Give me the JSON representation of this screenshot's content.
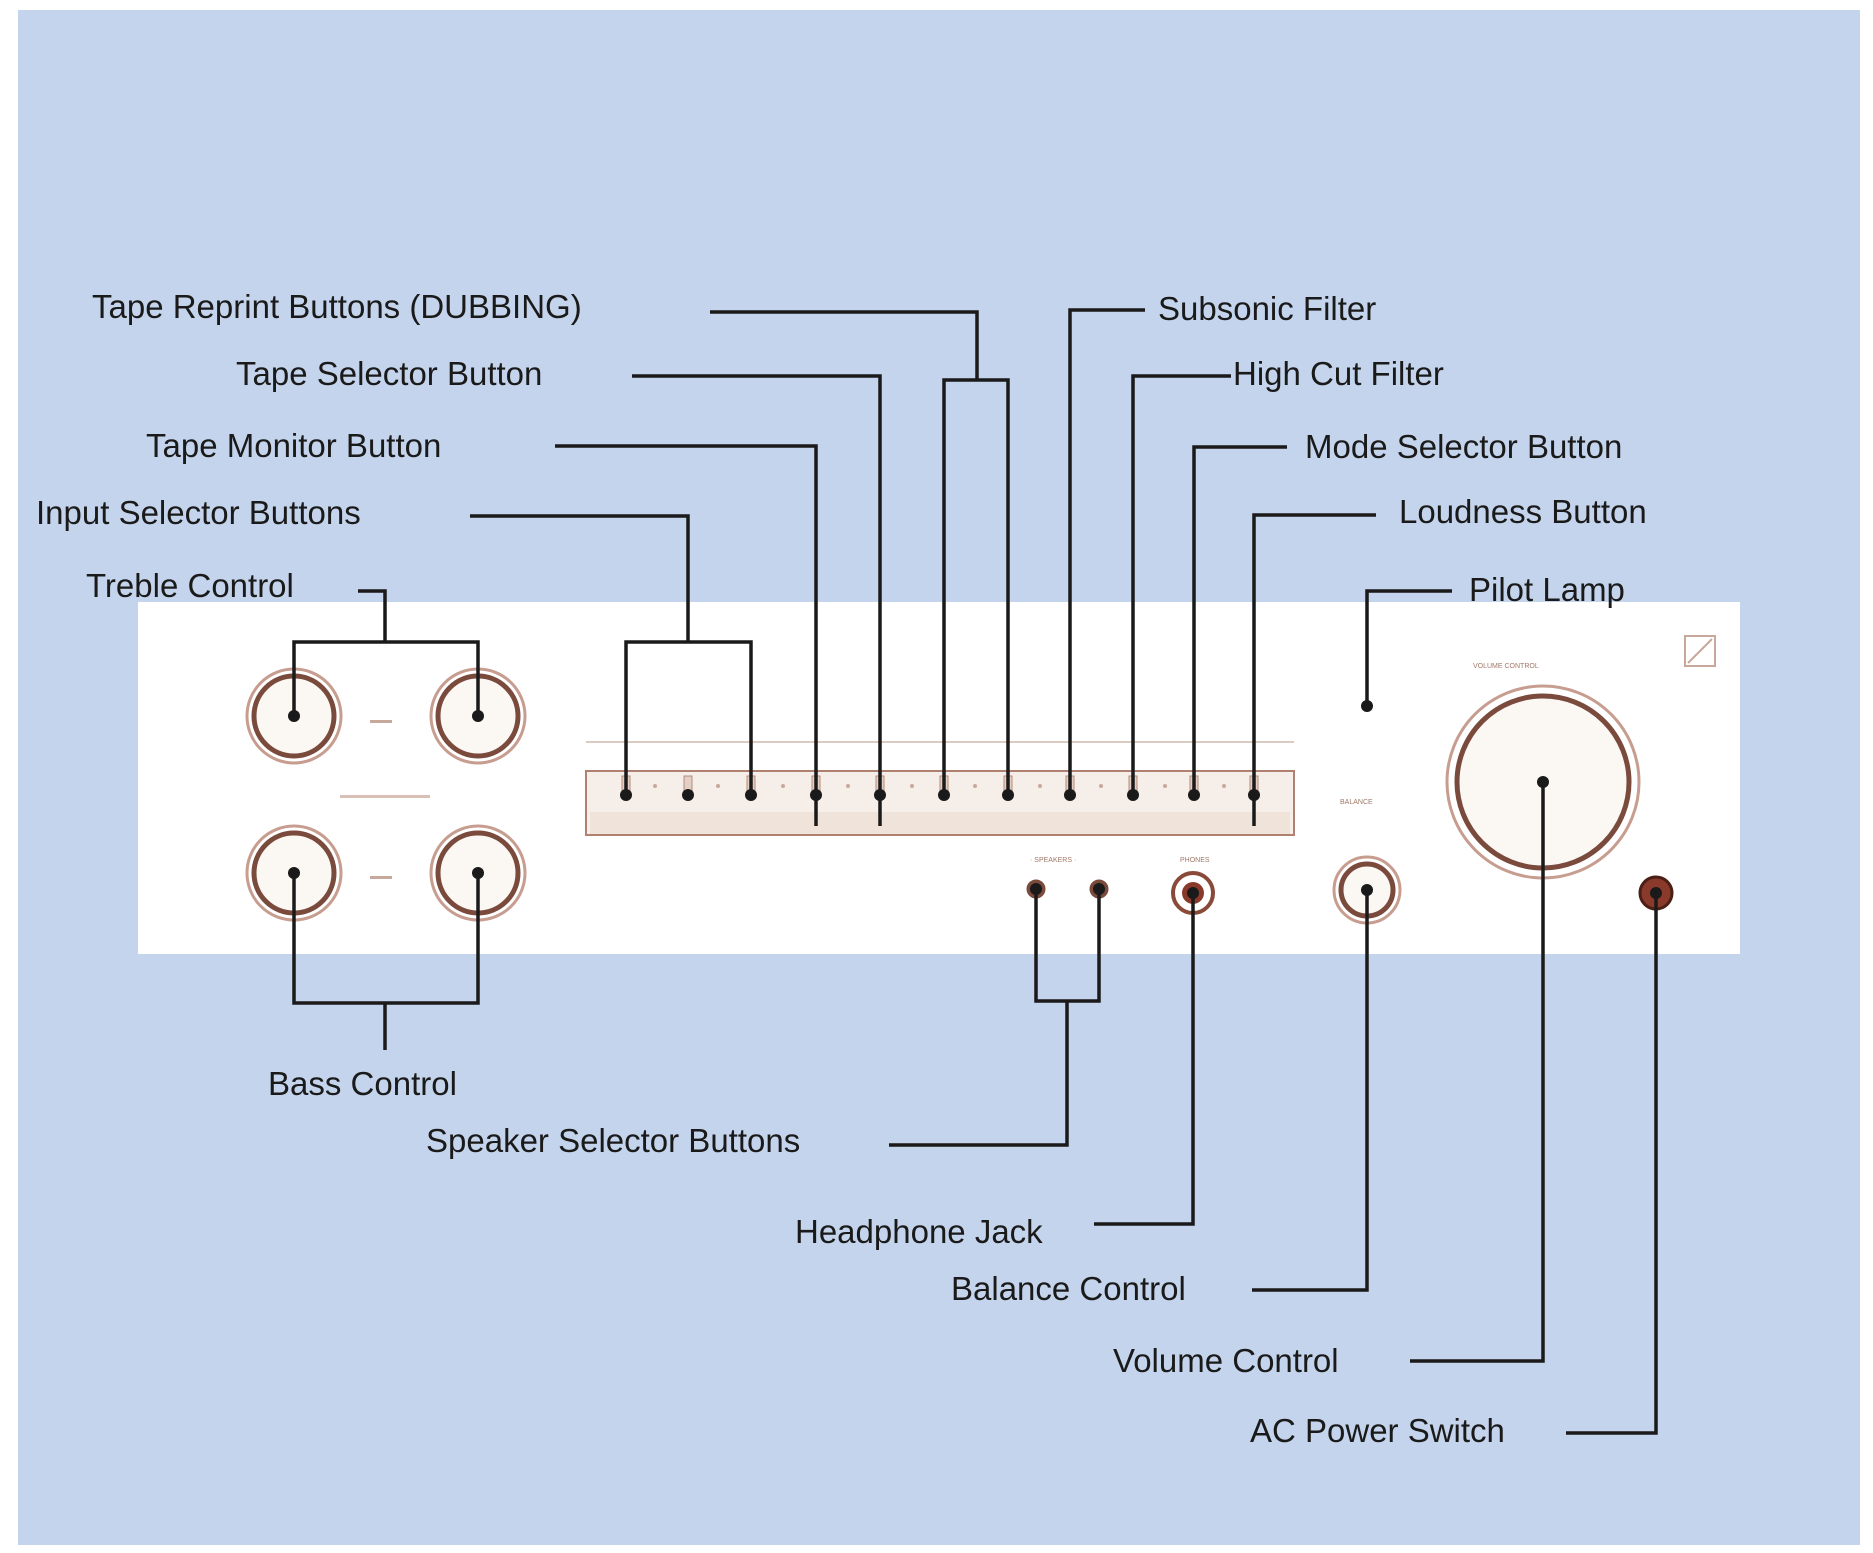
{
  "diagram": {
    "title": "",
    "colors": {
      "background": "#c4d4ec",
      "panel": "#ffffff",
      "frame": "#ffffff",
      "control_outline": "#7a4a3c",
      "lead_line": "#1a1a1a"
    },
    "labels": {
      "tape_reprint": "Tape Reprint Buttons (DUBBING)",
      "tape_selector": "Tape Selector Button",
      "tape_monitor": "Tape Monitor Button",
      "input_selector": "Input Selector Buttons",
      "treble": "Treble Control",
      "subsonic": "Subsonic Filter",
      "high_cut": "High Cut Filter",
      "mode_selector": "Mode Selector Button",
      "loudness": "Loudness Button",
      "pilot_lamp": "Pilot Lamp",
      "bass": "Bass Control",
      "speaker_selector": "Speaker Selector Buttons",
      "headphone": "Headphone Jack",
      "balance": "Balance Control",
      "volume": "Volume Control",
      "ac_power": "AC Power Switch"
    },
    "icons": [
      "amplifier-front-panel",
      "knob-icon",
      "push-button-icon",
      "jack-icon",
      "logo-icon"
    ]
  }
}
